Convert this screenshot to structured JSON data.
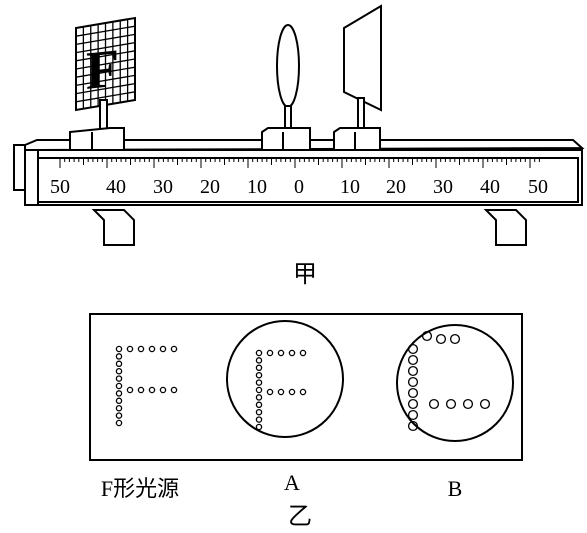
{
  "top_figure": {
    "caption": "甲",
    "grid_letter": "F",
    "scale_ticks": [
      "50",
      "40",
      "30",
      "20",
      "10",
      "0",
      "10",
      "20",
      "30",
      "40",
      "50"
    ]
  },
  "bottom_figure": {
    "caption": "乙",
    "labels": {
      "source": "F形光源",
      "a": "A",
      "b": "B"
    }
  }
}
